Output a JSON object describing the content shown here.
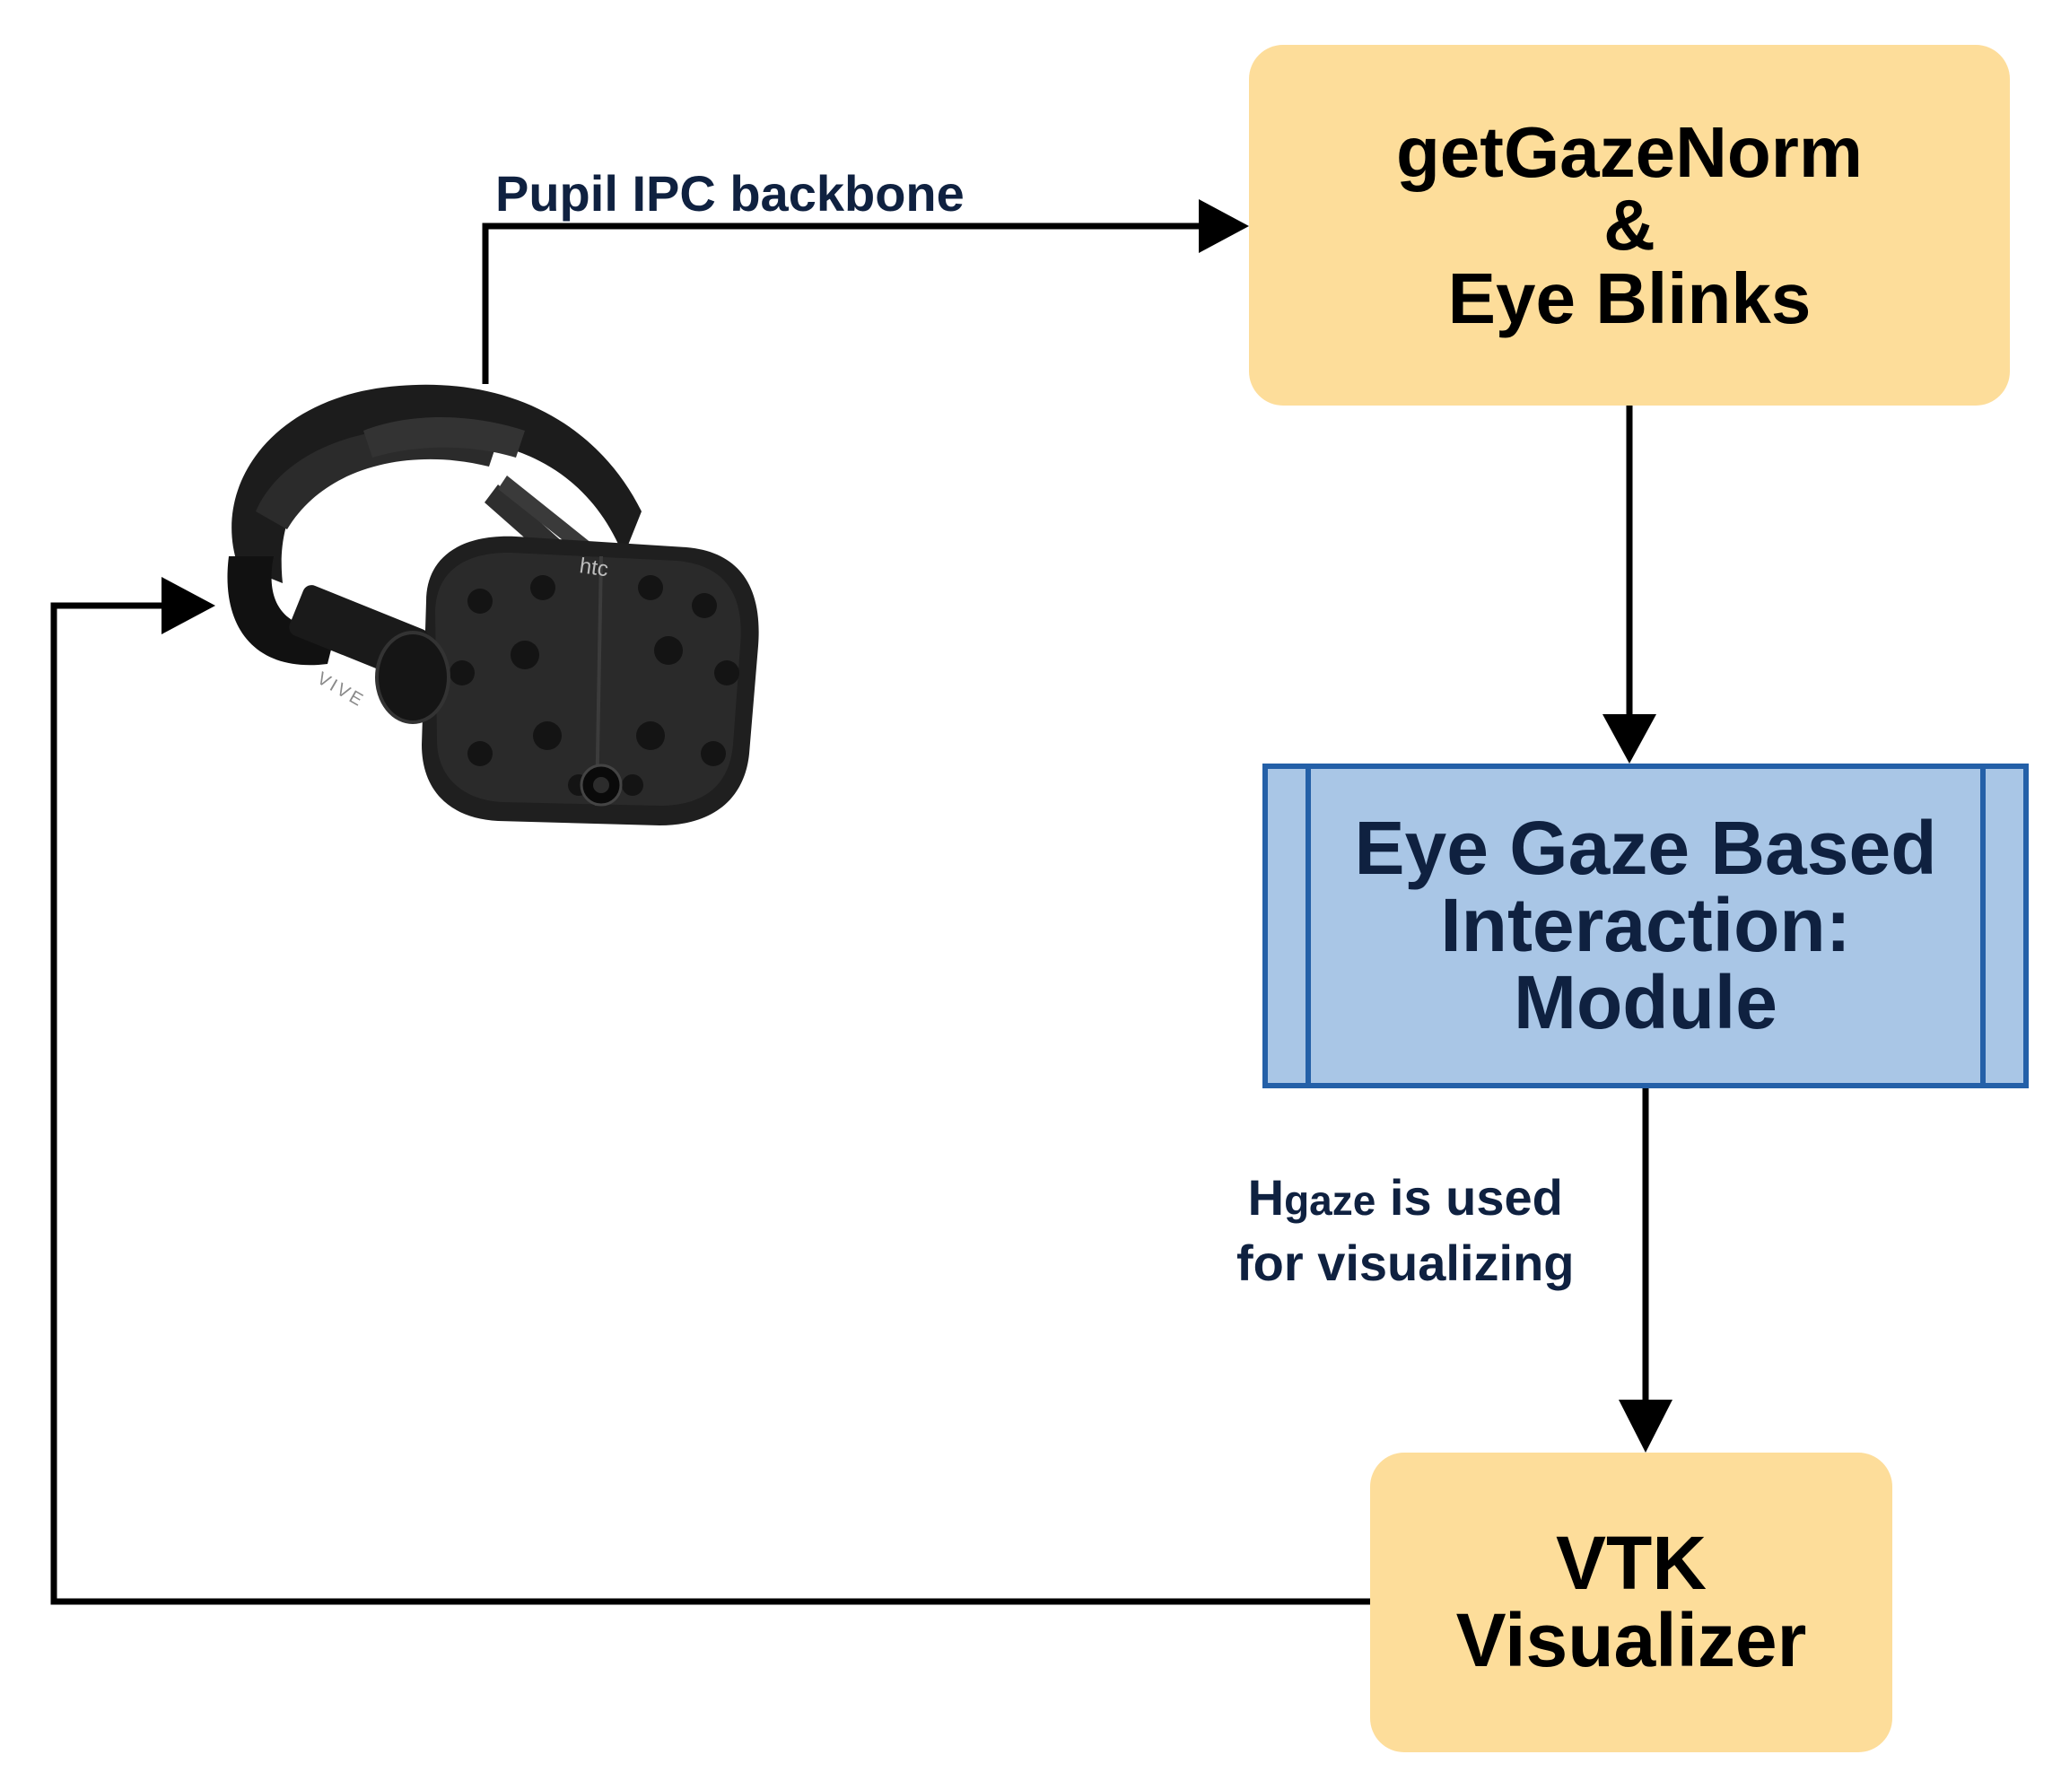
{
  "diagram": {
    "nodes": {
      "gaze": {
        "lines": [
          "getGazeNorm",
          "&",
          "Eye Blinks"
        ],
        "fill": "#fddd9a"
      },
      "module": {
        "lines": [
          "Eye Gaze Based",
          "Interaction:",
          "Module"
        ],
        "fill": "#a9c6e6",
        "stroke": "#2460a8"
      },
      "vtk": {
        "lines": [
          "VTK",
          "Visualizer"
        ],
        "fill": "#fddd9a"
      },
      "headset": {
        "brand": "htc",
        "model": "VIVE",
        "icon": "vr-headset-icon"
      }
    },
    "edges": {
      "ipc": {
        "label": "Pupil IPC backbone",
        "from": "headset",
        "to": "gaze"
      },
      "gaze_to_module": {
        "from": "gaze",
        "to": "module"
      },
      "module_to_vtk": {
        "label_prefix": "H",
        "label_sub": "gaze",
        "label_rest": " is used",
        "label_line2": "for visualizing",
        "from": "module",
        "to": "vtk"
      },
      "vtk_to_headset": {
        "from": "vtk",
        "to": "headset"
      }
    },
    "colors": {
      "arrow": "#000000",
      "label_text": "#0f2140"
    }
  }
}
